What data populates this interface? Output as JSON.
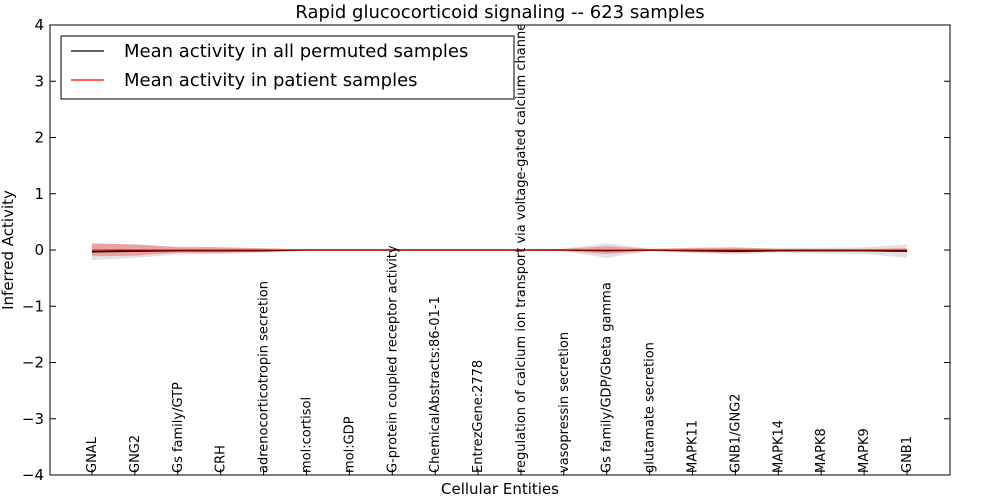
{
  "chart_data": {
    "type": "line",
    "title": "Rapid glucocorticoid signaling -- 623 samples",
    "xlabel": "Cellular Entities",
    "ylabel": "Inferred Activity",
    "ylim": [
      -4,
      4
    ],
    "yticks": [
      4,
      3,
      2,
      1,
      0,
      -1,
      -2,
      -3,
      -4
    ],
    "ytick_labels": [
      "4",
      "3",
      "2",
      "1",
      "0",
      "−1",
      "−2",
      "−3",
      "−4"
    ],
    "grid": false,
    "legend_position": "top-left",
    "categories": [
      "GNAL",
      "GNG2",
      "Gs family/GTP",
      "CRH",
      "adrenocorticotropin secretion",
      "mol:cortisol",
      "mol:GDP",
      "G-protein coupled receptor activity",
      "ChemicalAbstracts:86-01-1",
      "EntrezGene:2778",
      "regulation of calcium ion transport via voltage-gated calcium channel activity",
      "vasopressin secretion",
      "Gs family/GDP/Gbeta gamma",
      "glutamate secretion",
      "MAPK11",
      "GNB1/GNG2",
      "MAPK14",
      "MAPK8",
      "MAPK9",
      "GNB1"
    ],
    "series": [
      {
        "name": "Mean activity in all permuted samples",
        "color": "#000000",
        "values": [
          -0.03,
          -0.02,
          -0.01,
          -0.01,
          -0.01,
          0,
          0,
          0,
          0,
          0,
          0,
          0,
          -0.01,
          0,
          -0.01,
          -0.02,
          -0.01,
          -0.01,
          -0.01,
          -0.02
        ],
        "band": [
          0.15,
          0.12,
          0.07,
          0.06,
          0.04,
          0.01,
          0.01,
          0.01,
          0.01,
          0.01,
          0.01,
          0.02,
          0.13,
          0.02,
          0.04,
          0.06,
          0.04,
          0.05,
          0.06,
          0.12
        ]
      },
      {
        "name": "Mean activity in patient samples",
        "color": "#ff0000",
        "values": [
          0,
          0,
          0,
          0,
          0,
          0,
          0,
          0,
          0,
          0,
          0,
          0,
          0,
          0,
          0,
          0,
          0,
          0,
          0,
          0
        ],
        "band": [
          0.11,
          0.1,
          0.05,
          0.05,
          0.03,
          0.01,
          0.01,
          0.01,
          0.01,
          0.01,
          0.01,
          0.02,
          0.07,
          0.02,
          0.04,
          0.05,
          0.02,
          0.02,
          0.02,
          0.03
        ]
      }
    ]
  }
}
